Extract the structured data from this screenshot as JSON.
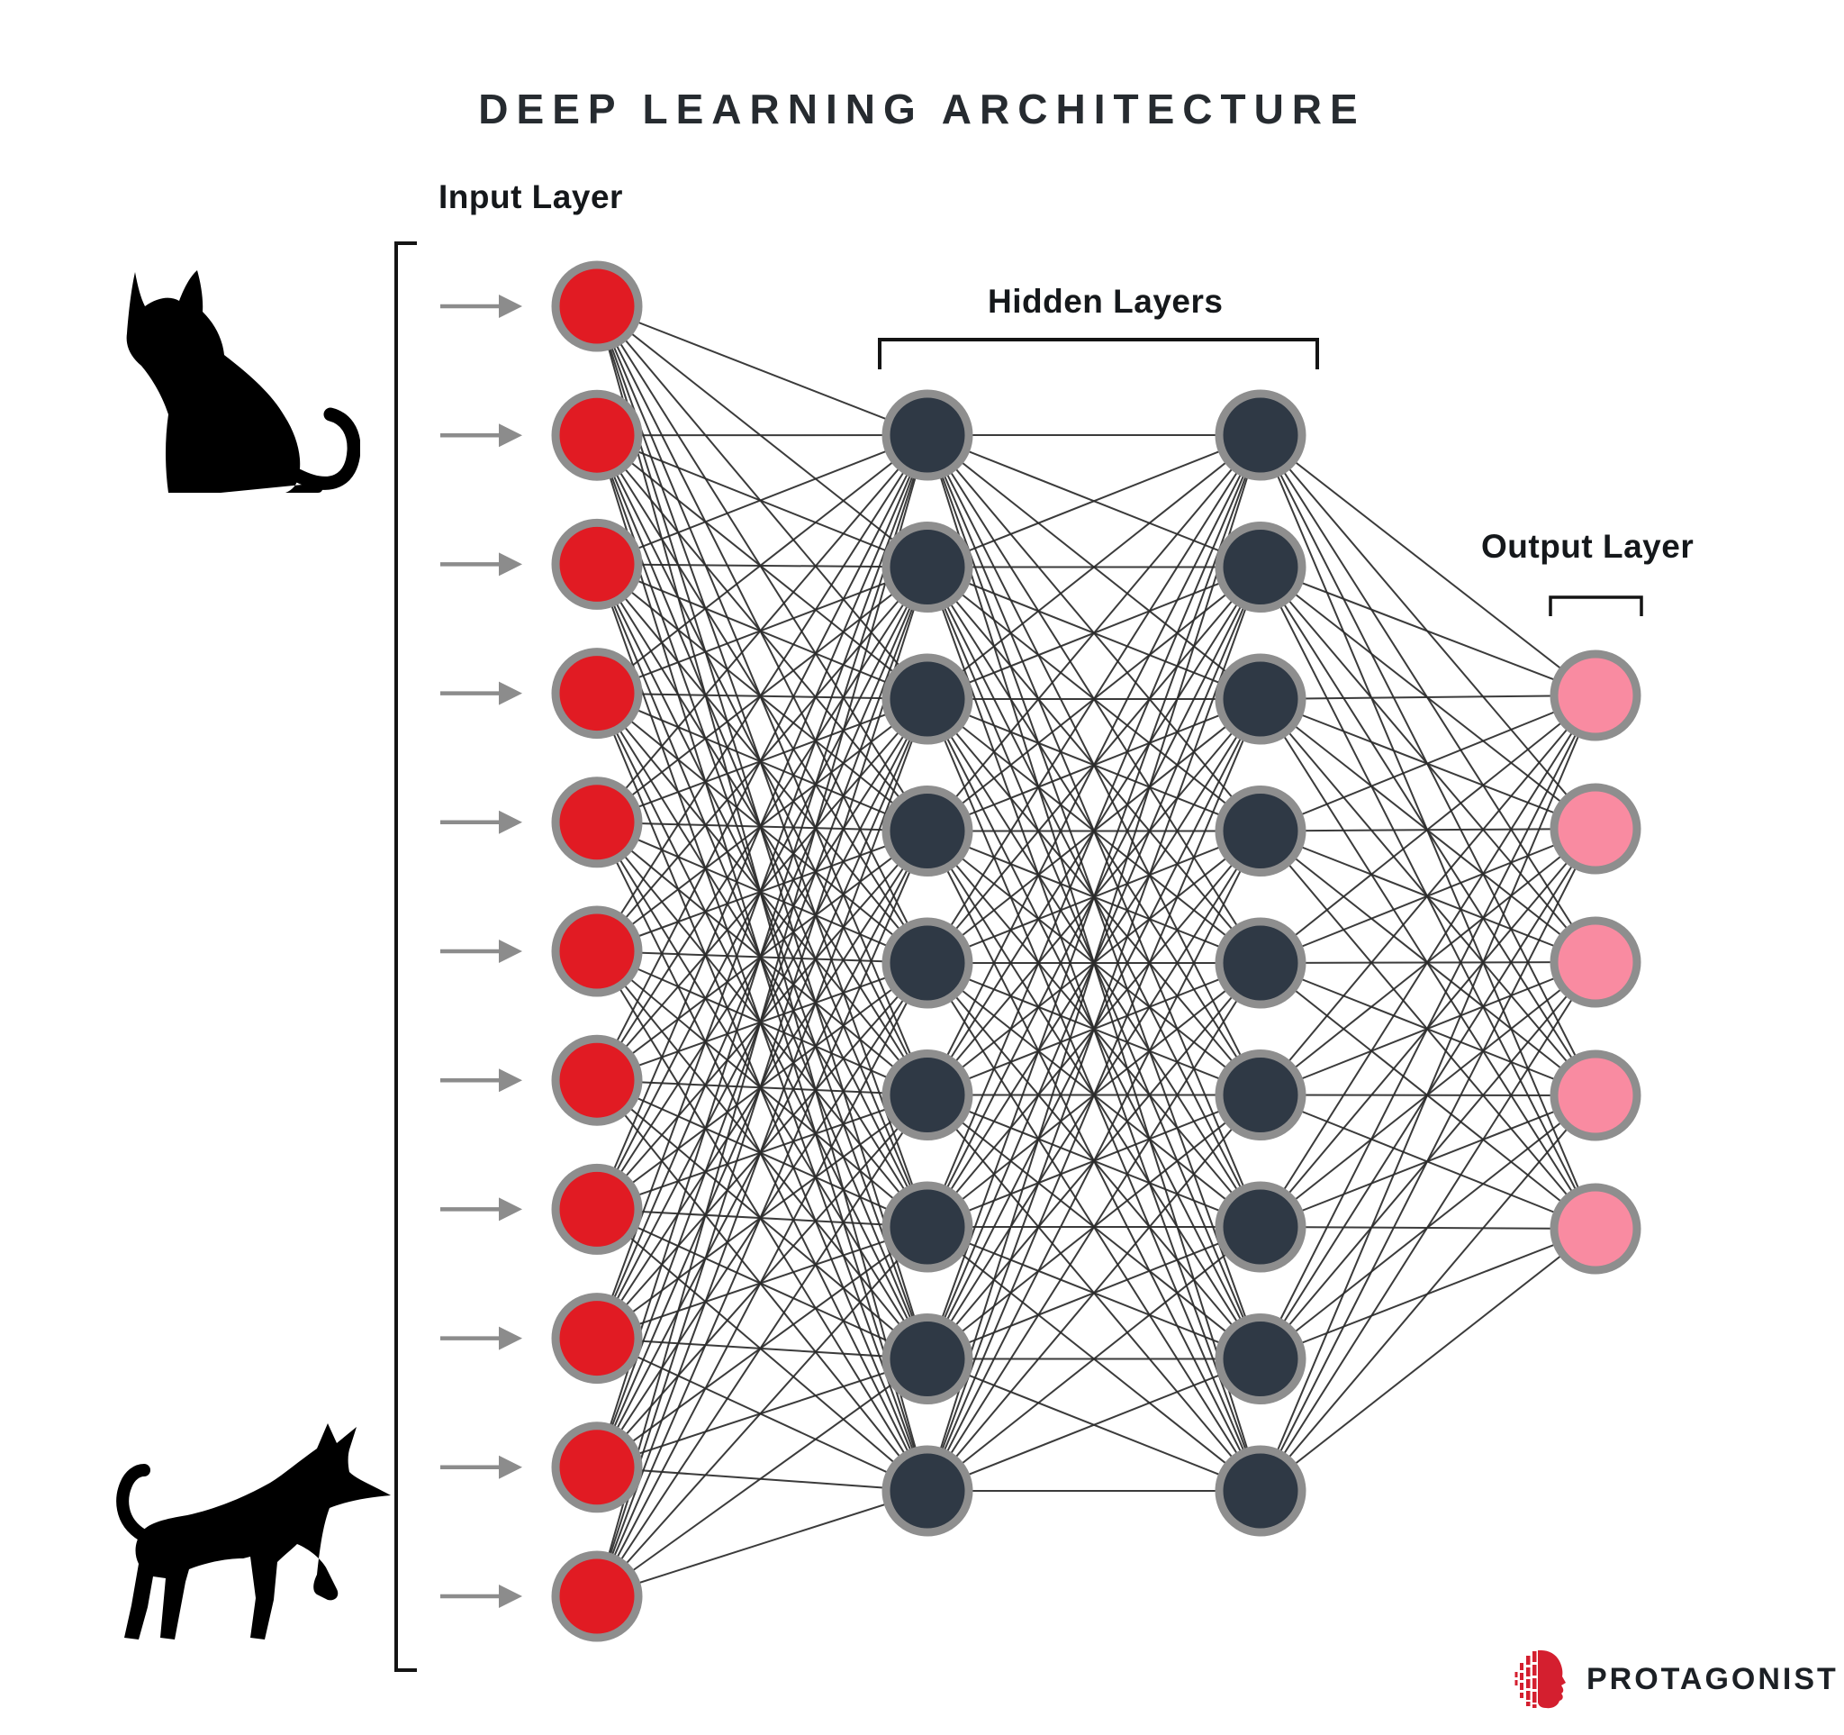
{
  "title": "DEEP LEARNING ARCHITECTURE",
  "diagram": {
    "input_label": "Input Layer",
    "hidden_label": "Hidden Layers",
    "output_label": "Output Layer",
    "layers": [
      {
        "name": "input-layer",
        "node_count": 11,
        "node_color": "#e11b23"
      },
      {
        "name": "hidden-layer-1",
        "node_count": 9,
        "node_color": "#2f3945"
      },
      {
        "name": "hidden-layer-2",
        "node_count": 9,
        "node_color": "#2f3945"
      },
      {
        "name": "output-layer",
        "node_count": 5,
        "node_color": "#f98ba1"
      }
    ],
    "fully_connected": true,
    "node_border_color": "#8e8e8e",
    "connection_color": "#2b2b2b",
    "arrow_color": "#8c8c8c",
    "bracket_color": "#141414"
  },
  "illustrations": {
    "cat": "cat-silhouette",
    "dog": "dog-silhouette",
    "silhouette_color": "#000000"
  },
  "branding": {
    "name": "PROTAGONIST",
    "logo_color": "#d41f2f",
    "text_color": "#1c2025"
  },
  "colors": {
    "background": "#ffffff",
    "heading_text": "#262b30",
    "label_text": "#15181b"
  }
}
